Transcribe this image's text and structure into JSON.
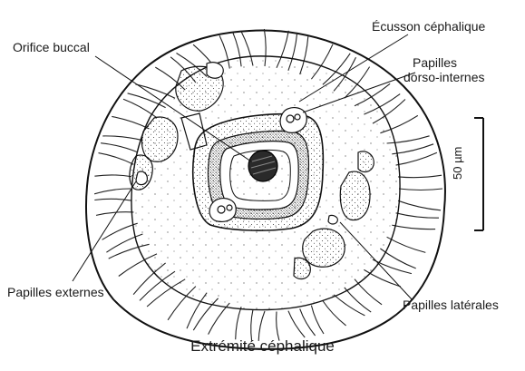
{
  "labels": {
    "orifice_buccal": "Orifice buccal",
    "ecusson_cephalique": "Écusson céphalique",
    "papilles_dorso_internes_1": "Papilles",
    "papilles_dorso_internes_2": "dorso-internes",
    "papilles_externes": "Papilles externes",
    "papilles_laterales": "Papilles latérales",
    "scale": "50 µm"
  },
  "caption": "Extrémité céphalique"
}
